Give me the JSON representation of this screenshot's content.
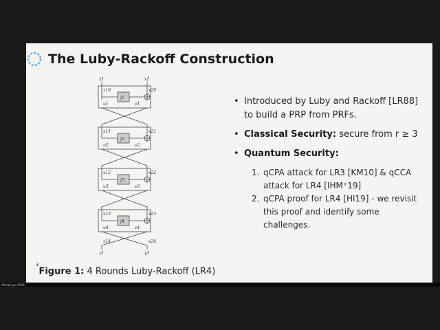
{
  "slide": {
    "title": "The Luby-Rackoff Construction",
    "caption_bold": "Figure 1:",
    "caption_text": " 4 Rounds Luby-Rackoff (LR4)",
    "caption_marker": "3",
    "bullets": [
      {
        "text": "Introduced by Luby and Rackoff  [LR88] to build a PRP from PRFs."
      },
      {
        "bold": "Classical Security:",
        "text": " secure from r ≥ 3"
      },
      {
        "bold": "Quantum Security:",
        "text": ""
      }
    ],
    "subitems": [
      {
        "num": "1.",
        "text": "qCPA attack for LR3 [KM10] & qCCA attack for LR4 [IHM⁺19]"
      },
      {
        "num": "2.",
        "text": "qCPA proof for LR4 [HI19] - we revisit this proof and identify some challenges."
      }
    ]
  },
  "diagram": {
    "inputs": [
      "x1",
      "x2"
    ],
    "outputs": [
      "y1",
      "y3"
    ],
    "rounds": [
      {
        "f": "f1",
        "l": "x10",
        "r": "x20",
        "u": "u1",
        "v": "v1"
      },
      {
        "f": "f2",
        "l": "x11",
        "r": "x21",
        "u": "u2",
        "v": "v2"
      },
      {
        "f": "f3",
        "l": "x12",
        "r": "x22",
        "u": "u3",
        "v": "v3"
      },
      {
        "f": "f4",
        "l": "x13",
        "r": "x23",
        "u": "u4",
        "v": "v4"
      }
    ],
    "final": {
      "l": "x14",
      "r": "x24"
    }
  },
  "footer": {
    "tag": "AfricaCrypt 2024"
  }
}
